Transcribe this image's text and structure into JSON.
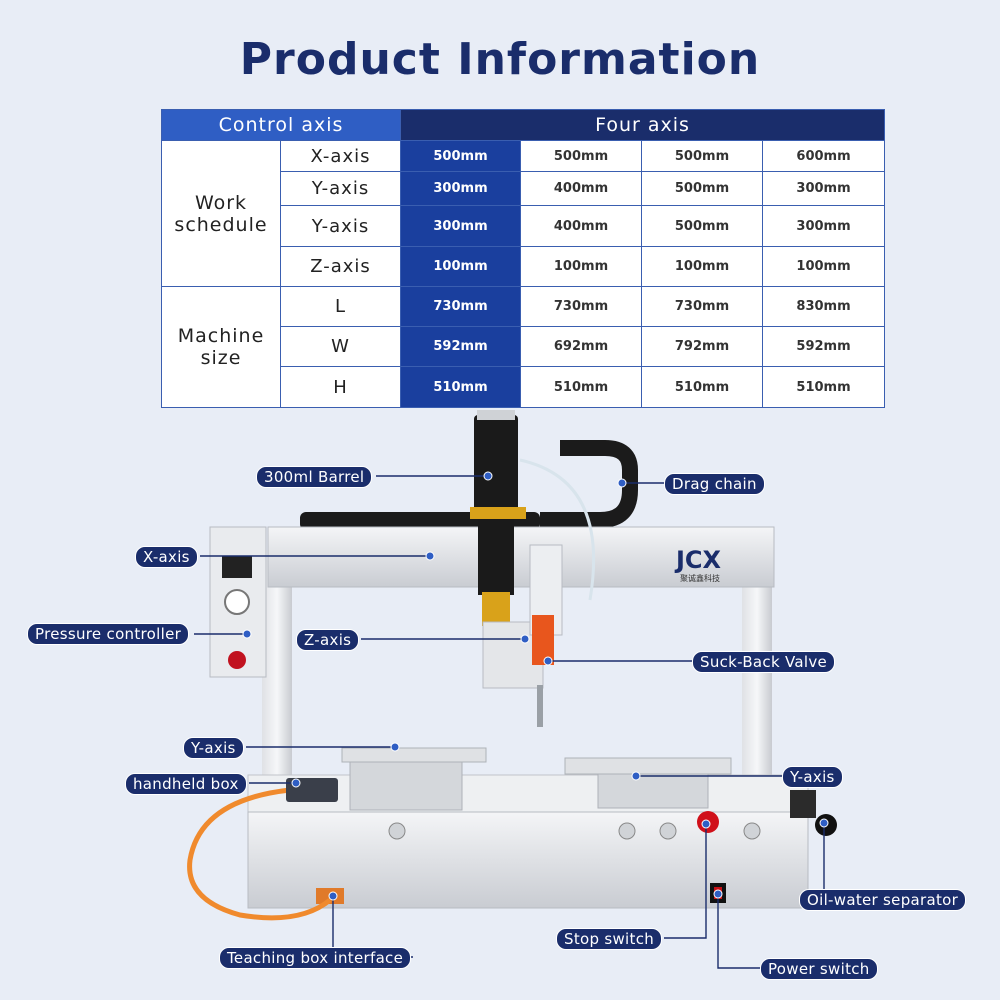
{
  "title": "Product Information",
  "table": {
    "header_left": "Control axis",
    "header_right": "Four axis",
    "group_work": "Work\nschedule",
    "group_size": "Machine\nsize",
    "rows": [
      {
        "axis": "X-axis",
        "values": [
          "500mm",
          "500mm",
          "500mm",
          "600mm"
        ]
      },
      {
        "axis": "Y-axis",
        "values": [
          "300mm",
          "400mm",
          "500mm",
          "300mm"
        ]
      },
      {
        "axis": "Y-axis",
        "values": [
          "300mm",
          "400mm",
          "500mm",
          "300mm"
        ]
      },
      {
        "axis": "Z-axis",
        "values": [
          "100mm",
          "100mm",
          "100mm",
          "100mm"
        ]
      },
      {
        "axis": "L",
        "values": [
          "730mm",
          "730mm",
          "730mm",
          "830mm"
        ]
      },
      {
        "axis": "W",
        "values": [
          "592mm",
          "692mm",
          "792mm",
          "592mm"
        ]
      },
      {
        "axis": "H",
        "values": [
          "510mm",
          "510mm",
          "510mm",
          "510mm"
        ]
      }
    ]
  },
  "brand": {
    "logo": "JCX",
    "subtitle": "聚诚鑫科技"
  },
  "callouts": {
    "barrel": "300ml Barrel",
    "drag_chain": "Drag chain",
    "x_axis": "X-axis",
    "pressure": "Pressure controller",
    "z_axis": "Z-axis",
    "suck_back": "Suck-Back Valve",
    "y_axis_left": "Y-axis",
    "handheld": "handheld box",
    "y_axis_right": "Y-axis",
    "oil_water": "Oil-water separator",
    "stop_switch": "Stop switch",
    "teaching": "Teaching box interface",
    "power": "Power switch"
  },
  "colors": {
    "navy": "#1a2d6b",
    "blue": "#2f5ec4",
    "highlight": "#1a3f9e",
    "background": "#e8edf6"
  }
}
